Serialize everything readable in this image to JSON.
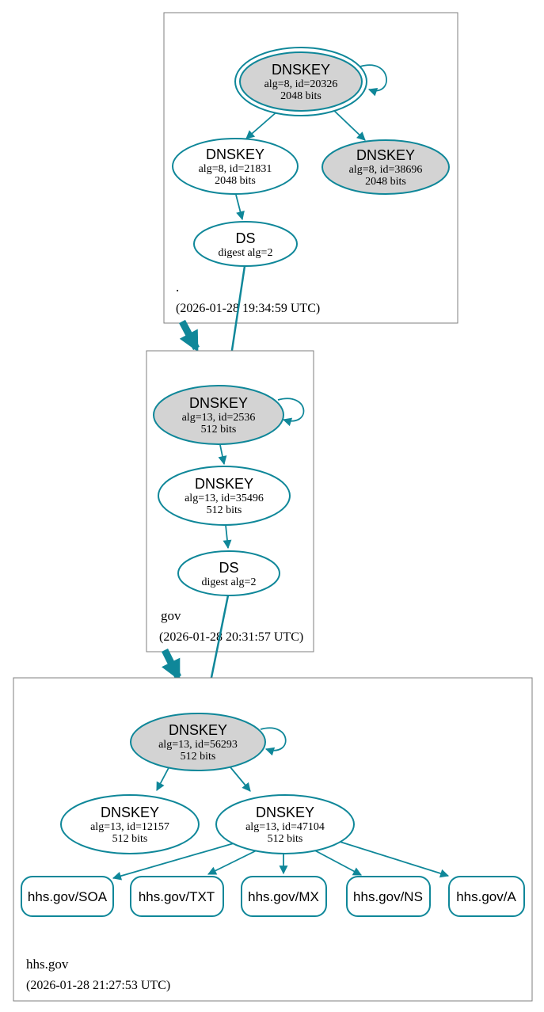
{
  "colors": {
    "teal": "#0f8799",
    "node_gray_fill": "#d3d3d3",
    "cluster_border": "#7f7f7f",
    "background": "#ffffff"
  },
  "zones": [
    {
      "label": ".",
      "timestamp": "(2026-01-28 19:34:59 UTC)"
    },
    {
      "label": "gov",
      "timestamp": "(2026-01-28 20:31:57 UTC)"
    },
    {
      "label": "hhs.gov",
      "timestamp": "(2026-01-28 21:27:53 UTC)"
    }
  ],
  "nodes": {
    "root_ksk": {
      "title": "DNSKEY",
      "alg": "alg=8, id=20326",
      "bits": "2048 bits"
    },
    "root_zsk": {
      "title": "DNSKEY",
      "alg": "alg=8, id=21831",
      "bits": "2048 bits"
    },
    "root_key2": {
      "title": "DNSKEY",
      "alg": "alg=8, id=38696",
      "bits": "2048 bits"
    },
    "root_ds": {
      "title": "DS",
      "digest": "digest alg=2"
    },
    "gov_ksk": {
      "title": "DNSKEY",
      "alg": "alg=13, id=2536",
      "bits": "512 bits"
    },
    "gov_zsk": {
      "title": "DNSKEY",
      "alg": "alg=13, id=35496",
      "bits": "512 bits"
    },
    "gov_ds": {
      "title": "DS",
      "digest": "digest alg=2"
    },
    "hhs_ksk": {
      "title": "DNSKEY",
      "alg": "alg=13, id=56293",
      "bits": "512 bits"
    },
    "hhs_zsk1": {
      "title": "DNSKEY",
      "alg": "alg=13, id=12157",
      "bits": "512 bits"
    },
    "hhs_zsk2": {
      "title": "DNSKEY",
      "alg": "alg=13, id=47104",
      "bits": "512 bits"
    }
  },
  "rrsets": [
    {
      "label": "hhs.gov/SOA"
    },
    {
      "label": "hhs.gov/TXT"
    },
    {
      "label": "hhs.gov/MX"
    },
    {
      "label": "hhs.gov/NS"
    },
    {
      "label": "hhs.gov/A"
    }
  ]
}
